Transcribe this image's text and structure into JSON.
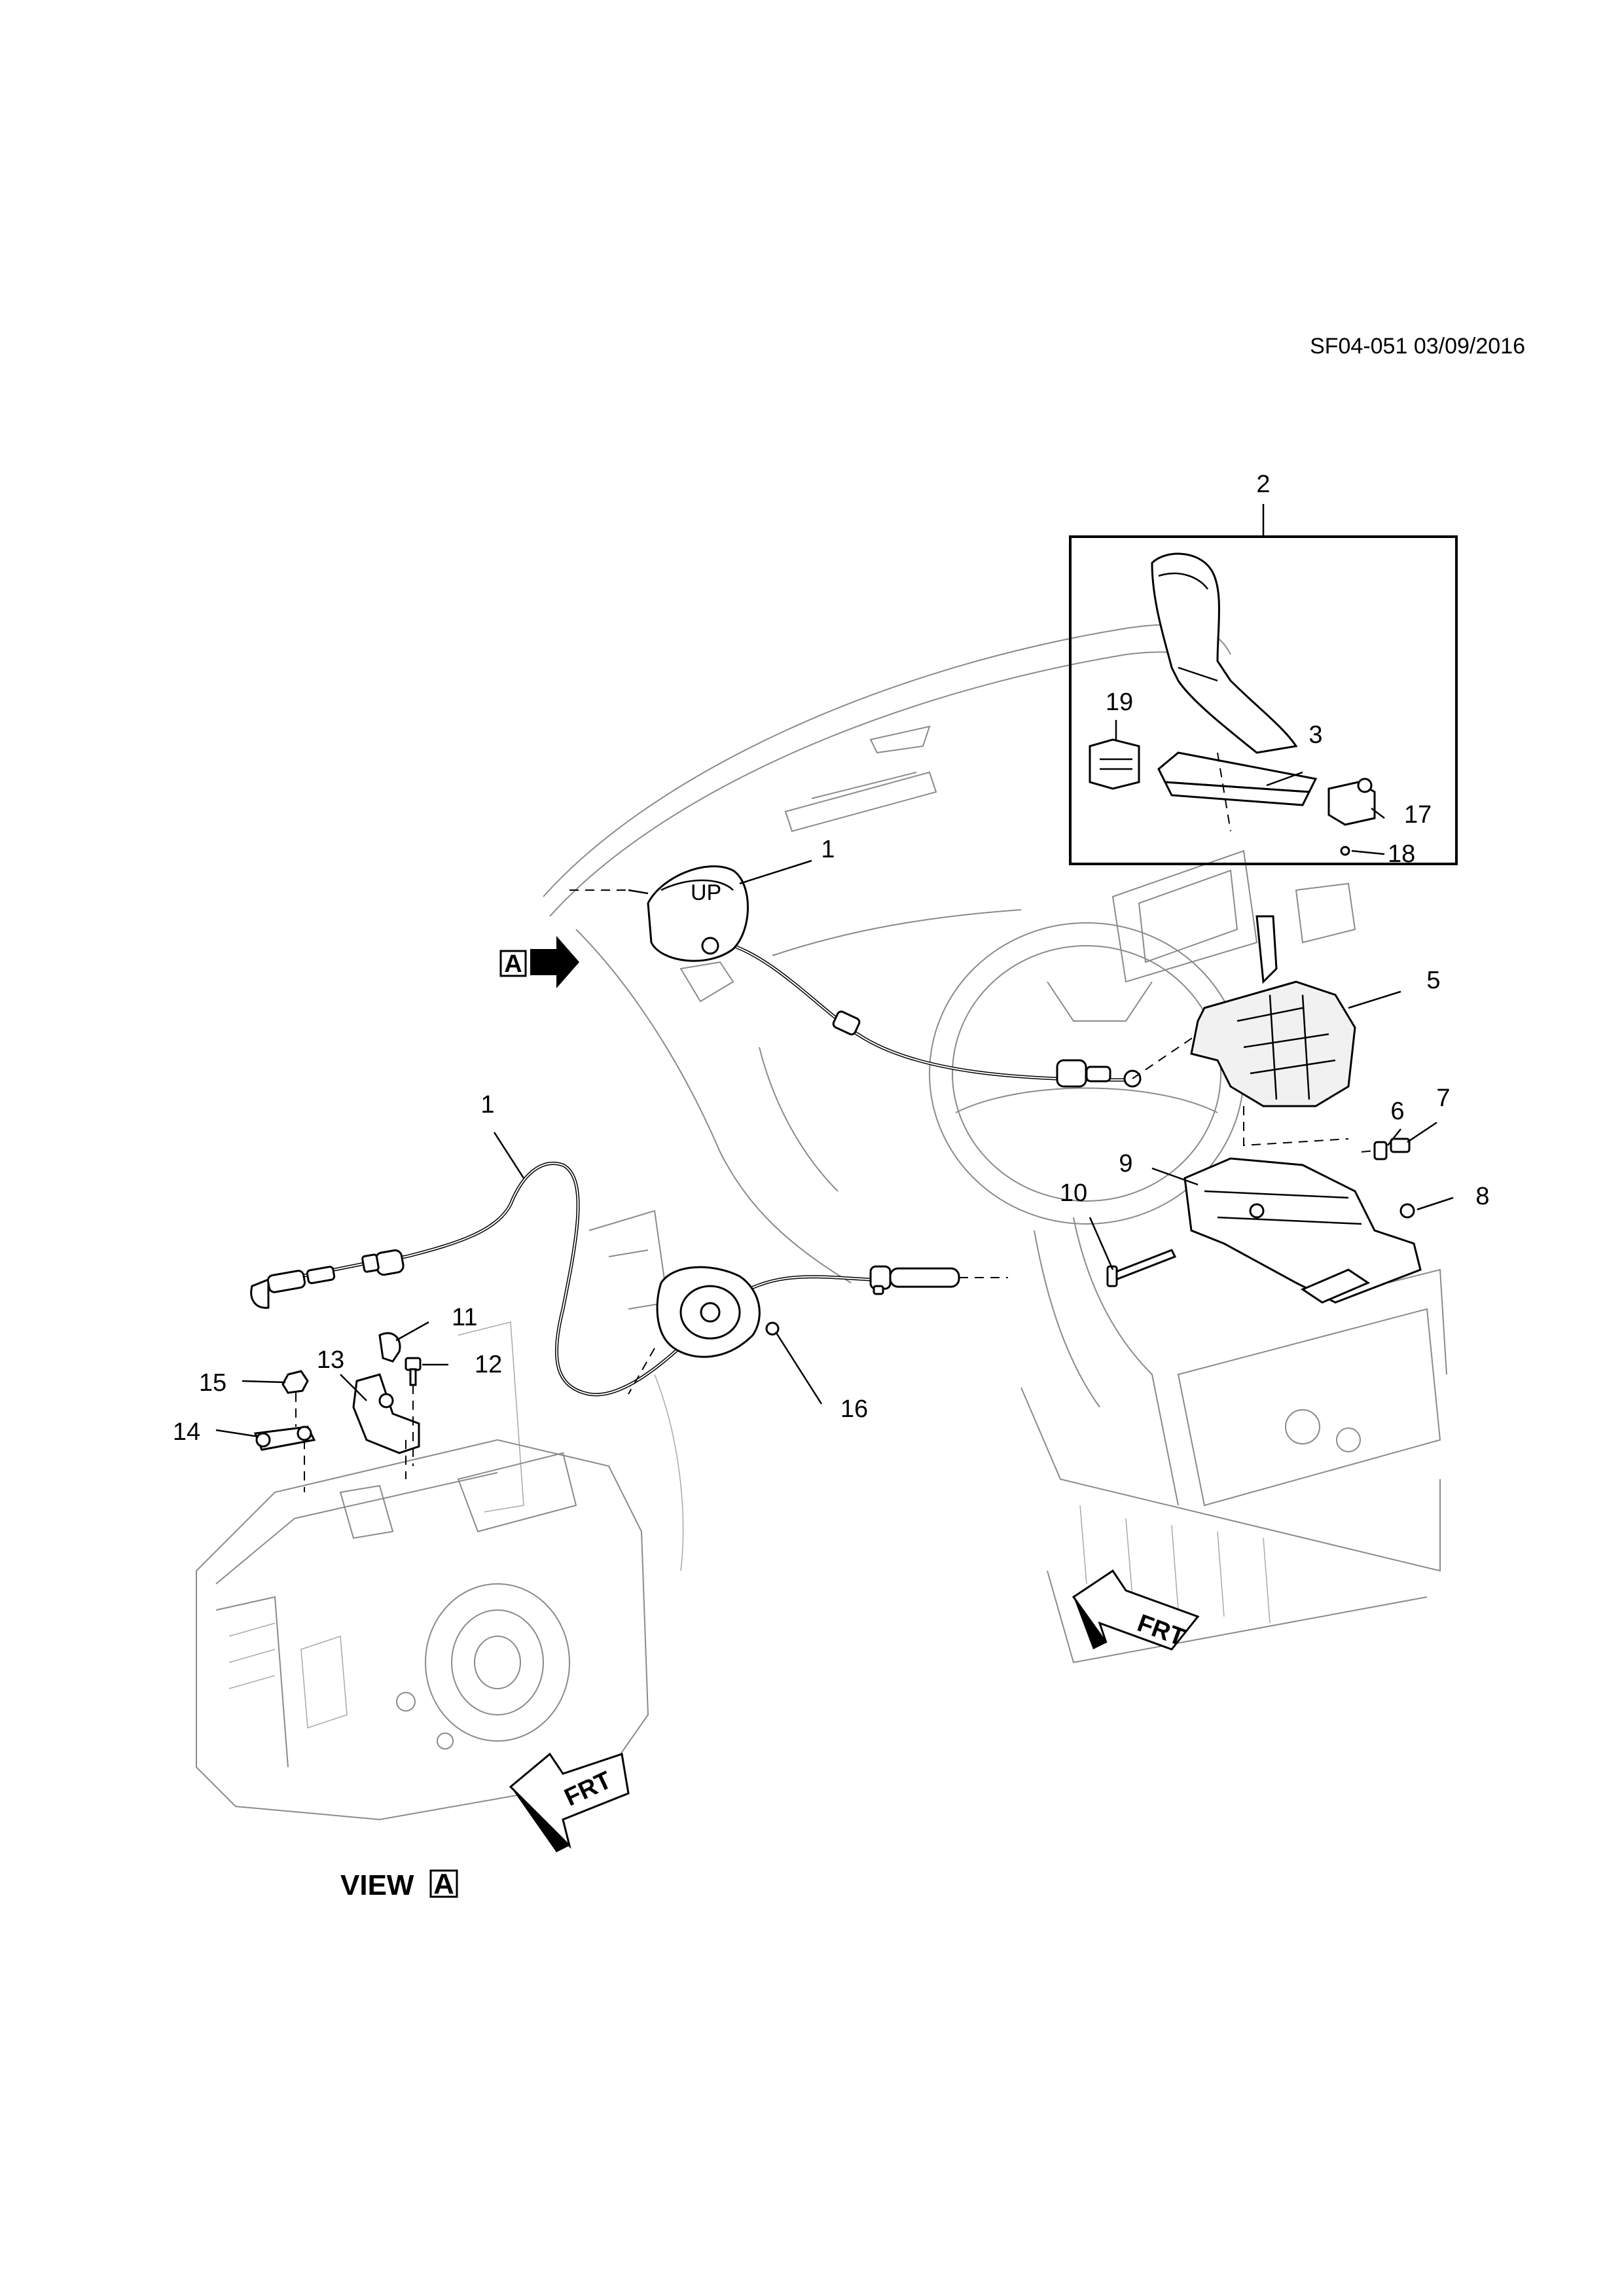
{
  "reference": "SF04-051 03/09/2016",
  "view_caption": {
    "word": "VIEW",
    "letter": "A"
  },
  "view_marker_letter": "A",
  "frt_label": "FRT",
  "callouts": {
    "c1_top": "1",
    "c1_left": "1",
    "c2": "2",
    "c3": "3",
    "c5": "5",
    "c6": "6",
    "c7": "7",
    "c8": "8",
    "c9": "9",
    "c10": "10",
    "c11": "11",
    "c12": "12",
    "c13": "13",
    "c14": "14",
    "c15": "15",
    "c16": "16",
    "c17": "17",
    "c18": "18",
    "c19": "19"
  },
  "housing_text": "UP"
}
